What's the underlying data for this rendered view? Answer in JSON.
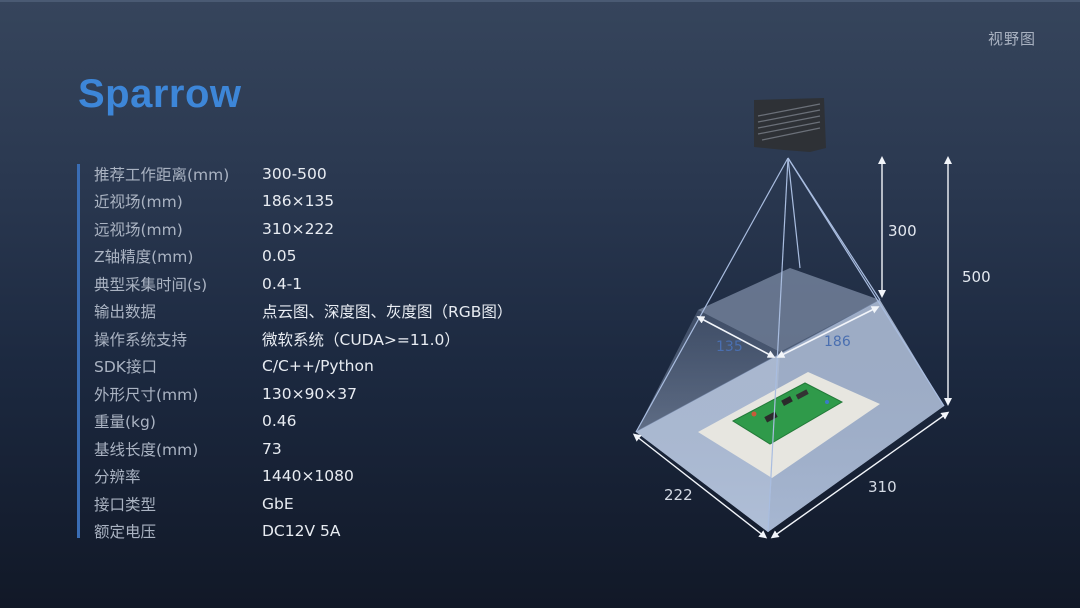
{
  "slide": {
    "section_tag": "视野图",
    "title": "Sparrow"
  },
  "specs": [
    {
      "label": "推荐工作距离(mm)",
      "value": "300-500"
    },
    {
      "label": "近视场(mm)",
      "value": "186×135"
    },
    {
      "label": "远视场(mm)",
      "value": "310×222"
    },
    {
      "label": "Z轴精度(mm)",
      "value": "0.05"
    },
    {
      "label": "典型采集时间(s)",
      "value": "0.4-1"
    },
    {
      "label": "输出数据",
      "value": "点云图、深度图、灰度图（RGB图）"
    },
    {
      "label": "操作系统支持",
      "value": "微软系统（CUDA>=11.0）"
    },
    {
      "label": "SDK接口",
      "value": "C/C++/Python"
    },
    {
      "label": "外形尺寸(mm)",
      "value": "130×90×37"
    },
    {
      "label": "重量(kg)",
      "value": "0.46"
    },
    {
      "label": "基线长度(mm)",
      "value": "73"
    },
    {
      "label": "分辨率",
      "value": "1440×1080"
    },
    {
      "label": "接口类型",
      "value": "GbE"
    },
    {
      "label": "额定电压",
      "value": "DC12V 5A"
    }
  ],
  "diagram": {
    "near_distance": "300",
    "far_distance": "500",
    "near_width": "135",
    "near_length": "186",
    "far_width": "222",
    "far_length": "310",
    "camera_icon": "camera-device-icon",
    "target_icon": "pcb-board-icon"
  },
  "colors": {
    "title": "#3d86d8",
    "accent_bar": "#3a6db4",
    "near_label": "#4a6fb0",
    "far_plane": "#c9d6ea",
    "pcb": "#2f9a4a"
  }
}
